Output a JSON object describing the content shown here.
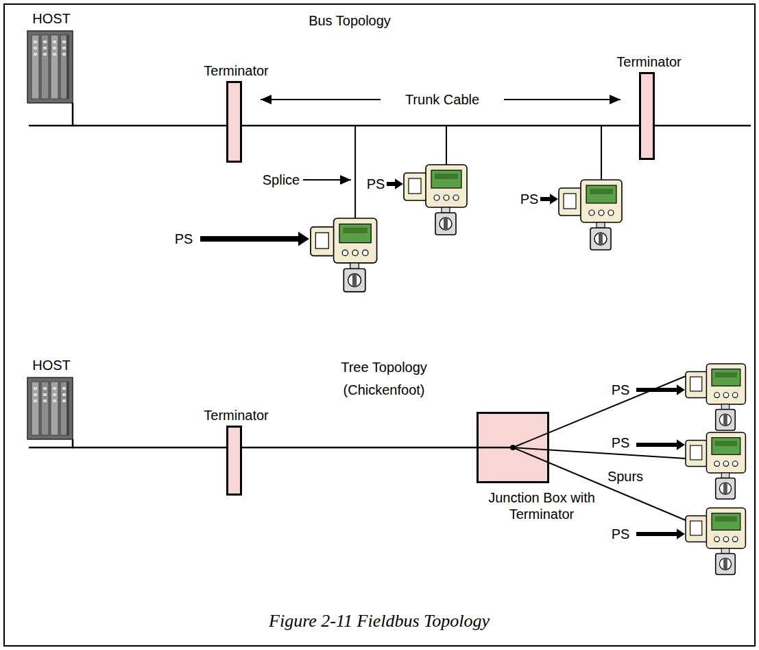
{
  "diagram": {
    "caption": "Figure 2-11 Fieldbus Topology",
    "nodes": [
      {
        "text": [
          "HOST"
        ]
      },
      {
        "text": [
          "Terminator"
        ]
      },
      {
        "text": [
          "Terminator"
        ]
      },
      {
        "text": [
          "HOST"
        ]
      },
      {
        "text": [
          "Terminator"
        ]
      },
      {
        "text": [
          "Junction Box with Terminator"
        ]
      }
    ],
    "edges": [
      {
        "from": 0,
        "to": 1,
        "arrow": "none"
      },
      {
        "from": 1,
        "to": 2,
        "arrow": "none"
      },
      {
        "from": 3,
        "to": 4,
        "arrow": "none"
      },
      {
        "from": 4,
        "to": 5,
        "arrow": "none"
      }
    ],
    "labels": [
      "Bus Topology",
      "Trunk Cable",
      "Splice",
      "PS",
      "PS",
      "PS",
      "Tree Topology",
      "(Chickenfoot)",
      "Spurs",
      "PS",
      "PS",
      "PS"
    ]
  }
}
